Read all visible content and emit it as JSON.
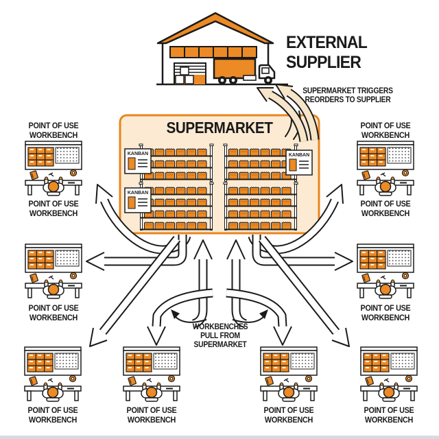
{
  "supplier": {
    "title": "EXTERNAL\nSUPPLIER"
  },
  "supermarket": {
    "title": "SUPERMARKET",
    "kanban_card_label": "KANBAN"
  },
  "annotations": {
    "reorder": "SUPERMARKET TRIGGERS\nREORDERS TO SUPPLIER",
    "pull": "WORKBENCHES\nPULL FROM\nSUPERMARKET"
  },
  "workbench": {
    "label": "POINT OF USE\nWORKBENCH"
  },
  "colors": {
    "orange": "#EC8A25",
    "panel_bg": "#FCEAD2",
    "panel_border": "#E8861E",
    "arrow_cream": "#F6E5C8",
    "ink": "#1a1a1a"
  }
}
